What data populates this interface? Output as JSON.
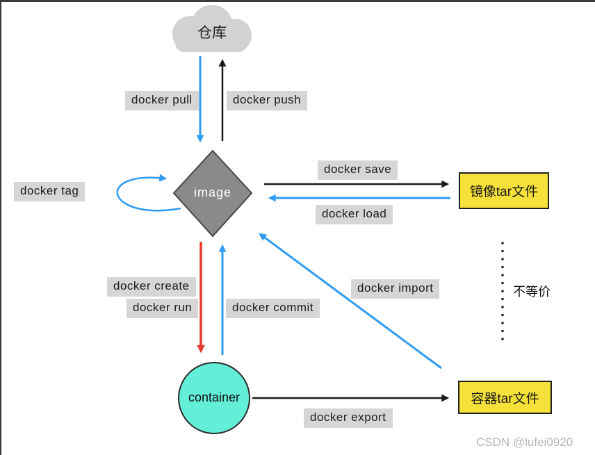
{
  "diagram": {
    "nodes": {
      "repository": {
        "label": "仓库"
      },
      "image": {
        "label": "image"
      },
      "container": {
        "label": "container"
      },
      "image_tar_file": {
        "label": "镜像tar文件"
      },
      "container_tar_file": {
        "label": "容器tar文件"
      }
    },
    "edge_labels": {
      "pull": "docker pull",
      "push": "docker push",
      "tag": "docker tag",
      "save": "docker save",
      "load": "docker load",
      "create": "docker create",
      "run": "docker run",
      "commit": "docker commit",
      "import": "docker import",
      "export": "docker export"
    },
    "annotations": {
      "not_equivalent": "不等价"
    },
    "watermark": "CSDN @lufei0920",
    "colors": {
      "blue_arrow": "#2f9bf2",
      "black_arrow": "#1a1a1a",
      "red_arrow": "#e8382d",
      "label_bg": "#d6d6d6",
      "cloud_fill": "#d2d2d2",
      "diamond_fill": "#8a8a8a",
      "circle_fill": "#63eed8",
      "tar_box_fill": "#f6e13b"
    }
  }
}
